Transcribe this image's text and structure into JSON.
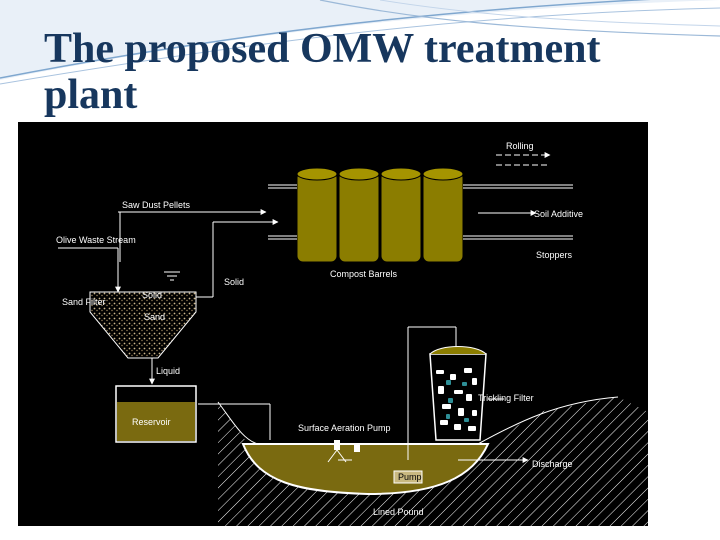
{
  "slide": {
    "title": "The proposed OMW treatment\nplant"
  },
  "diagram": {
    "labels": {
      "rolling": "Rolling",
      "saw_dust_pellets": "Saw Dust Pellets",
      "soil_additive": "Soil Additive",
      "olive_waste_stream": "Olive Waste Stream",
      "stoppers": "Stoppers",
      "compost_barrels": "Compost Barrels",
      "solid_right": "Solid",
      "sand_filter": "Sand Filter",
      "solid_in_filter": "Solid",
      "sand": "Sand",
      "liquid": "Liquid",
      "reservoir": "Reservoir",
      "surface_aeration_pump": "Surface Aeration Pump",
      "trickling_filter": "Trickling Filter",
      "discharge": "Discharge",
      "pump": "Pump",
      "lined_pound": "Lined Pound"
    },
    "colors": {
      "background": "#000000",
      "barrel": "#8b7d00",
      "liquid": "#7a6a10",
      "reservoir_fill": "#7a6a10",
      "lines": "#ffffff",
      "title": "#17375e"
    }
  }
}
